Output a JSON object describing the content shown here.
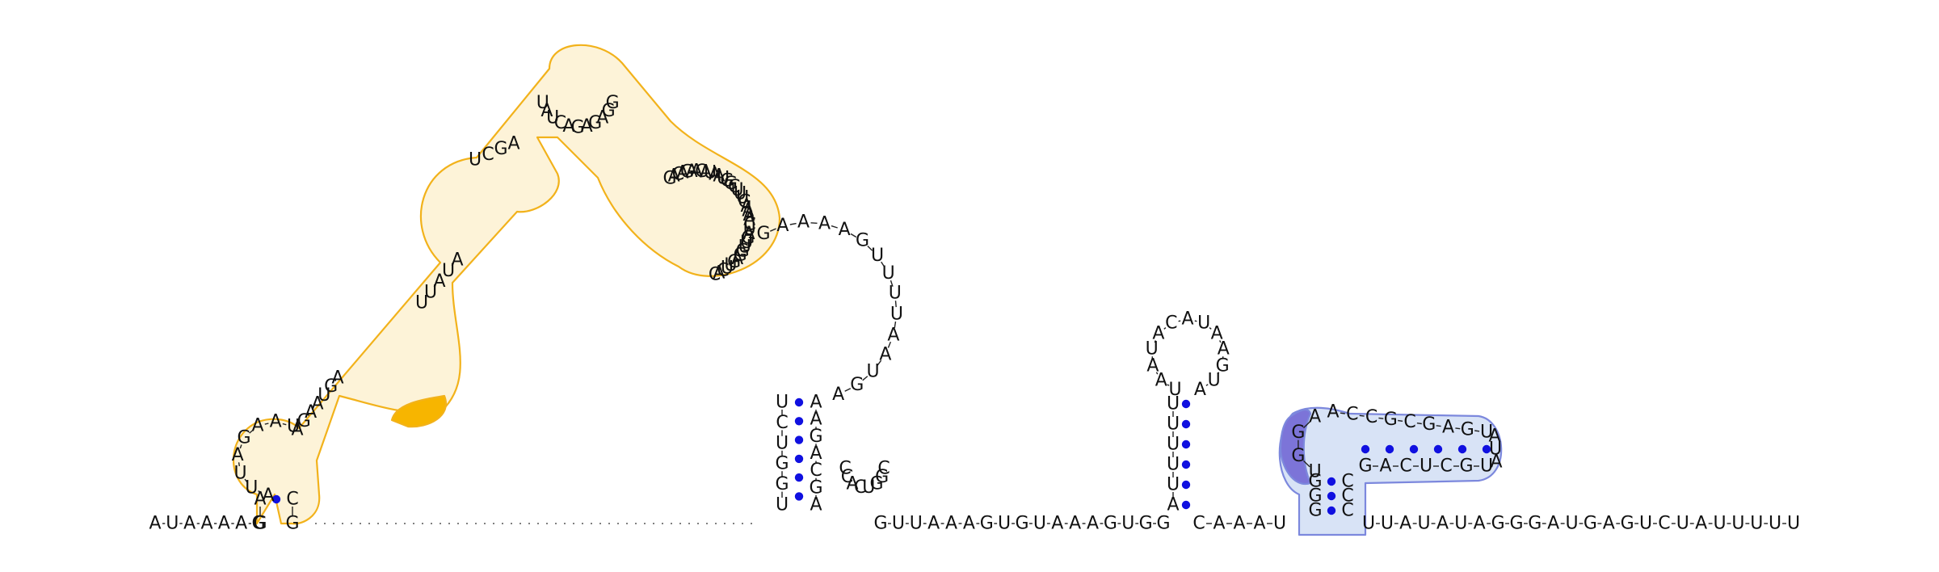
{
  "diagram": {
    "colors": {
      "pair": "#1010e0",
      "domain1_outline": "#f2b21b",
      "domain1_fill": "#fdf3d8",
      "domain1_highlight": "#f7b500",
      "domain2_outline": "#7c88dd",
      "domain2_fill": "#d8e3f6",
      "domain2_highlight": "#7c74d8",
      "text": "#111111"
    },
    "bottom_left": "AUAAAAG",
    "left_stem_5": "GA",
    "left_stem_3": "GC",
    "left_loop_seq": "AUUAGAAU",
    "seg_internal_a": "AGAAUGA",
    "seg_hairpin_a": "UUAUA",
    "seg_hairpin_b": "UCGA",
    "top_loop": "UAUCAGAGAGG",
    "domain1_right": "GACAGAACAUAAUGGCUUUGAAAACUAGUUGGAGUUCAC",
    "domain1_highlight_seq": "AUCA",
    "big_loop": "GAAAAGUUUUAAUGA",
    "mid_stem_5": "UCUGGU",
    "mid_stem_3": "AAGACGA",
    "small_hp": "CCACUGGC",
    "bottom_mid": "GUUAAAGUGUAAAGUGG",
    "hp3_5": "AUUUUU",
    "hp3_loop": "UAAUACAUAAGUA",
    "bottom_mid2": "CAAAU",
    "domain2_stem_5": "GGG",
    "domain2_loop_5": "UGGA",
    "domain2_stem_top": "ACCGCGAGU",
    "domain2_hp_loop": "AUA",
    "domain2_stem_bottom": "GACUCGU",
    "domain2_stem_3": "CCC",
    "bottom_right": "UUAUAUAGGGAUGAGUCUAUUUUU"
  }
}
